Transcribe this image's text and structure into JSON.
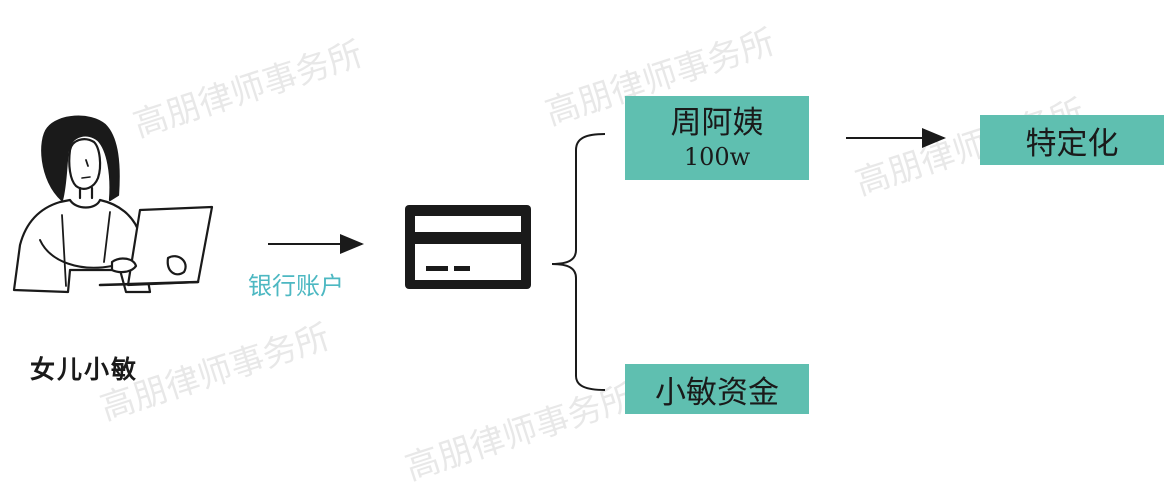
{
  "diagram": {
    "person_label": "女儿小敏",
    "edge_label": "银行账户",
    "nodes": {
      "zhou_name": "周阿姨",
      "zhou_amount": "100w",
      "fund": "小敏资金",
      "special": "特定化"
    },
    "watermark_text": "高朋律师事务所",
    "colors": {
      "node_fill": "#5fbfb0",
      "edge_label": "#4db8c2",
      "ink": "#1a1a1a"
    },
    "icons": [
      "person-with-laptop-icon",
      "bank-card-icon"
    ]
  }
}
